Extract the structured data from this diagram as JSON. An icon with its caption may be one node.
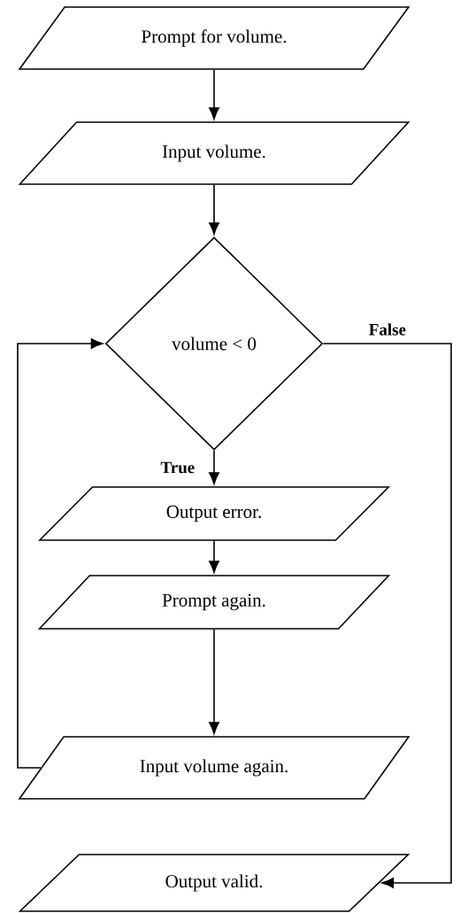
{
  "diagram": {
    "nodes": [
      {
        "text": [
          "Prompt for volume."
        ]
      },
      {
        "text": [
          "Input volume."
        ]
      },
      {
        "text": [
          "volume  < 0"
        ]
      },
      {
        "text": [
          "Output error."
        ]
      },
      {
        "text": [
          "Prompt again."
        ]
      },
      {
        "text": [
          "Input volume again."
        ]
      },
      {
        "text": [
          "Output valid."
        ]
      }
    ],
    "edges": [
      {
        "from": 0,
        "to": 1,
        "arrow": "to"
      },
      {
        "from": 1,
        "to": 2,
        "arrow": "to"
      },
      {
        "from": 2,
        "to": 3,
        "arrow": "to",
        "label": "True"
      },
      {
        "from": 3,
        "to": 4,
        "arrow": "to"
      },
      {
        "from": 4,
        "to": 5,
        "arrow": "to"
      },
      {
        "from": 5,
        "to": 2,
        "arrow": "to"
      },
      {
        "from": 2,
        "to": 6,
        "arrow": "to",
        "label": "False"
      }
    ]
  }
}
